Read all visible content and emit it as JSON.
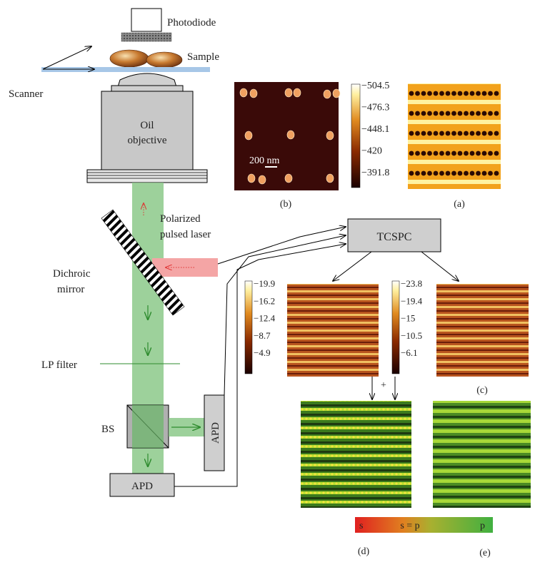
{
  "labels": {
    "photodiode": "Photodiode",
    "sample": "Sample",
    "scanner": "Scanner",
    "objective_line1": "Oil",
    "objective_line2": "objective",
    "laser_line1": "Polarized",
    "laser_line2": "pulsed laser",
    "dichroic_line1": "Dichroic",
    "dichroic_line2": "mirror",
    "lp_filter": "LP filter",
    "bs": "BS",
    "apd_right": "APD",
    "apd_bottom": "APD",
    "tcspc": "TCSPC",
    "scale_bar": "200 nm",
    "plus": "+"
  },
  "panels": {
    "a": "(a)",
    "b": "(b)",
    "c": "(c)",
    "d": "(d)",
    "e": "(e)"
  },
  "colorbars": {
    "topo": [
      "−504.5",
      "−476.3",
      "−448.1",
      "−420",
      "−391.8"
    ],
    "left": [
      "−19.9",
      "−16.2",
      "−12.4",
      "−8.7",
      "−4.9"
    ],
    "right": [
      "−23.8",
      "−19.4",
      "−15",
      "−10.5",
      "−6.1"
    ]
  },
  "polarization_bar": {
    "left": "s",
    "middle": "s = p",
    "right": "p"
  },
  "colors": {
    "beam_green": "#8cc98a",
    "laser_pink": "#f4a5a5",
    "scanner_blue": "#a7c7e7",
    "box_gray": "#cfcfcf",
    "image_orange": "#f0a020"
  }
}
